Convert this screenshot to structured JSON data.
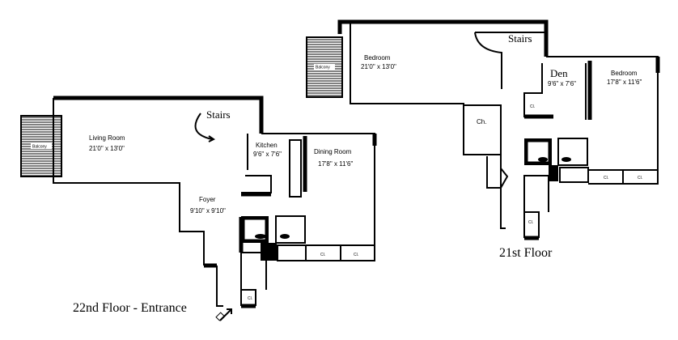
{
  "floor22": {
    "caption": "22nd Floor - Entrance",
    "rooms": {
      "living_name": "Living Room",
      "living_dim": "21'0\" x 13'0\"",
      "kitchen_name": "Kitchen",
      "kitchen_dim": "9'6\" x 7'6\"",
      "dining_name": "Dining Room",
      "dining_dim": "17'8\" x 11'6\"",
      "foyer_name": "Foyer",
      "foyer_dim": "9'10\" x 9'10\""
    },
    "stairs": "Stairs",
    "closet": "Cl.",
    "balcony": "Balcony"
  },
  "floor21": {
    "caption": "21st Floor",
    "rooms": {
      "bedroom1_name": "Bedroom",
      "bedroom1_dim": "21'0\" x 13'0\"",
      "den_name": "Den",
      "den_dim": "9'6\" x 7'6\"",
      "bedroom2_name": "Bedroom",
      "bedroom2_dim": "17'8\" x 11'6\"",
      "closet_ch": "Ch."
    },
    "stairs": "Stairs",
    "closet": "Cl.",
    "balcony": "Balcony"
  }
}
